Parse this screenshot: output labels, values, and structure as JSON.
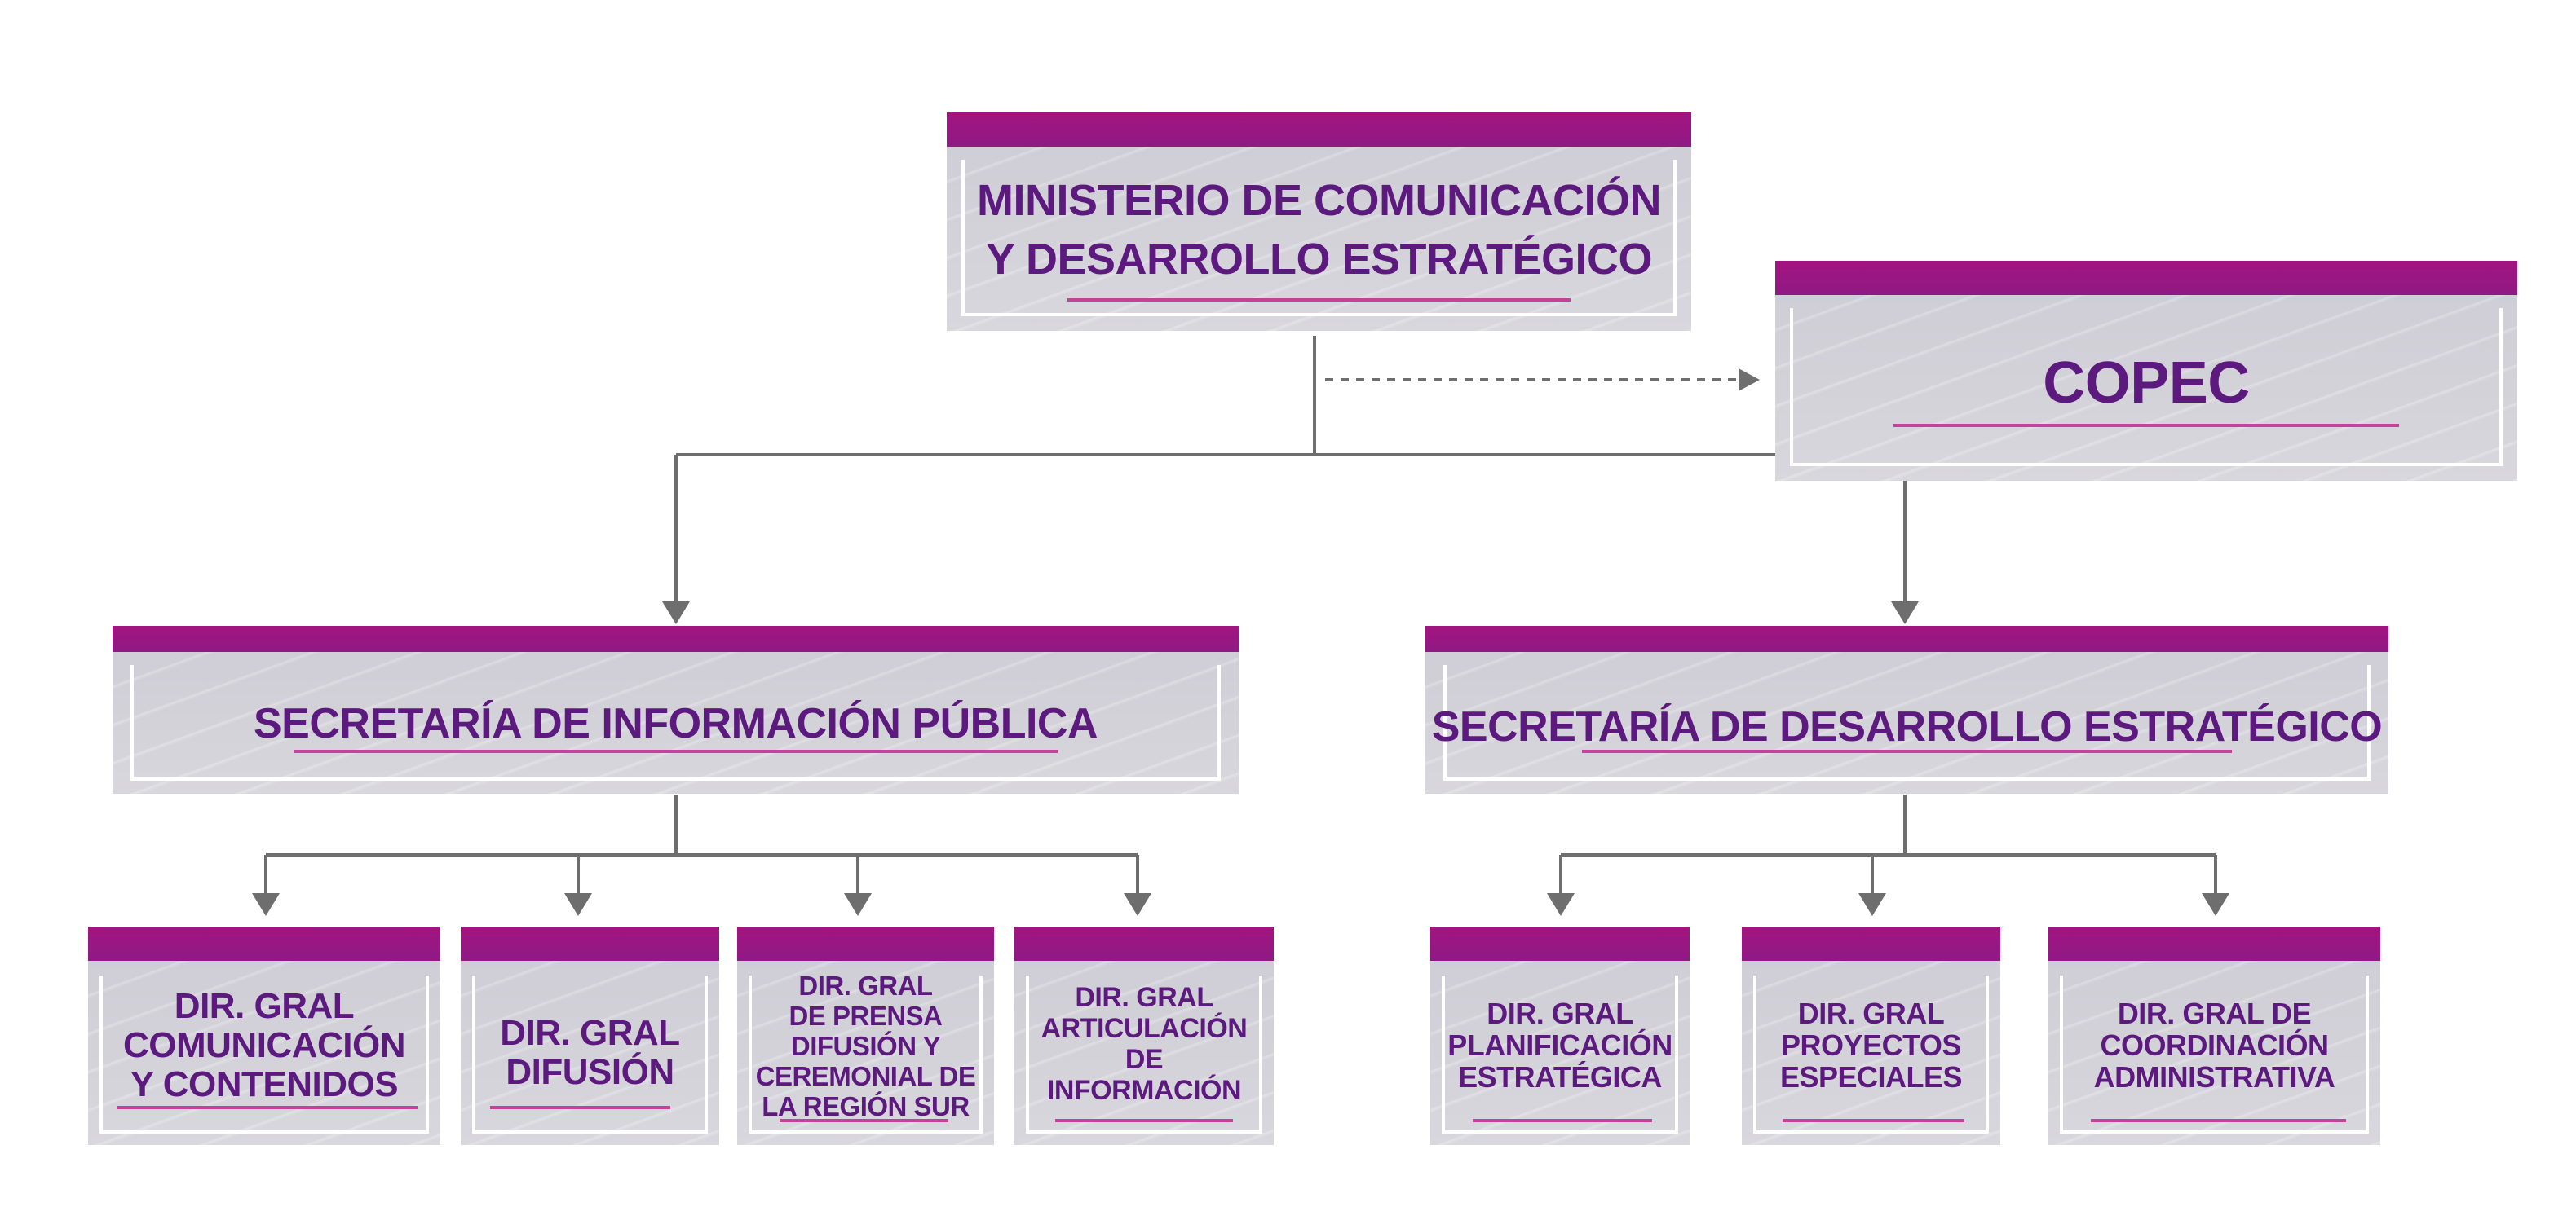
{
  "colors": {
    "header_bar": "#a3147f",
    "box_fill": "#d0cfd6",
    "text": "#5c1a7e",
    "underline": "#c6429a",
    "connector": "#6e6e6e"
  },
  "nodes": {
    "ministerio": "MINISTERIO DE COMUNICACIÓN\nY DESARROLLO ESTRATÉGICO",
    "copec": "COPEC",
    "sec_info": "SECRETARÍA DE INFORMACIÓN PÚBLICA",
    "sec_desarrollo": "SECRETARÍA DE DESARROLLO ESTRATÉGICO",
    "dir_comunicacion": "DIR. GRAL\nCOMUNICACIÓN\nY CONTENIDOS",
    "dir_difusion": "DIR. GRAL\nDIFUSIÓN",
    "dir_prensa": "DIR. GRAL\nDE PRENSA\nDIFUSIÓN Y\nCEREMONIAL DE\nLA REGIÓN SUR",
    "dir_articulacion": "DIR. GRAL\nARTICULACIÓN\nDE\nINFORMACIÓN",
    "dir_planificacion": "DIR. GRAL\nPLANIFICACIÓN\nESTRATÉGICA",
    "dir_proyectos": "DIR. GRAL\nPROYECTOS\nESPECIALES",
    "dir_coordinacion": "DIR. GRAL DE\nCOORDINACIÓN\nADMINISTRATIVA"
  }
}
